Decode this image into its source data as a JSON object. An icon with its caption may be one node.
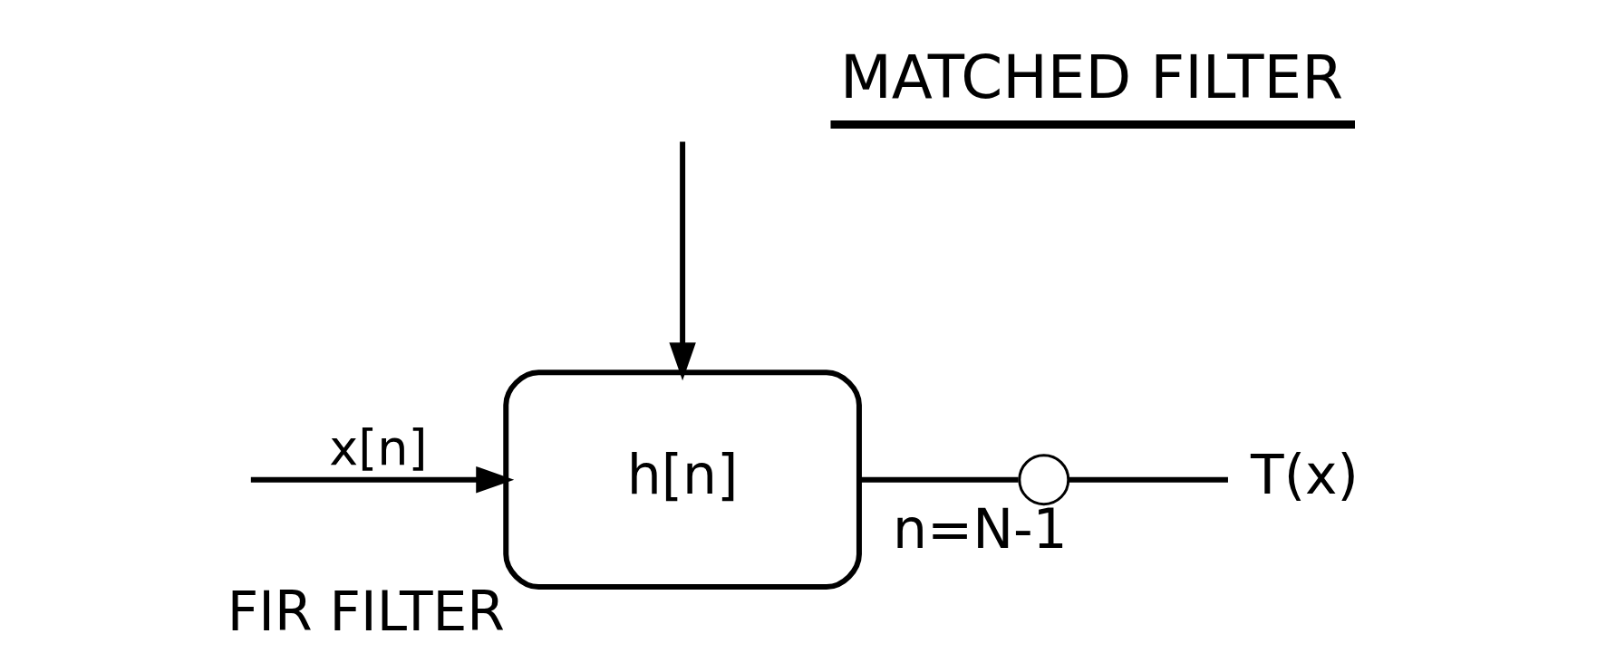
{
  "diagram": {
    "title": "MATCHED FILTER",
    "nodes": [
      {
        "text": [
          "h[n]"
        ],
        "beside": [
          "FIR FILTER"
        ]
      },
      {
        "text": [],
        "shape": "switch",
        "beside": [
          "n=N-1"
        ]
      },
      {
        "text": [
          "T(x)"
        ]
      }
    ],
    "edges": [
      {
        "from": null,
        "to": 0,
        "arrow": "to",
        "label": "x[n]"
      },
      {
        "from": null,
        "to": 0,
        "arrow": "to"
      },
      {
        "from": 0,
        "to": 1,
        "arrow": "none"
      },
      {
        "from": 1,
        "to": 2,
        "arrow": "none"
      }
    ]
  }
}
